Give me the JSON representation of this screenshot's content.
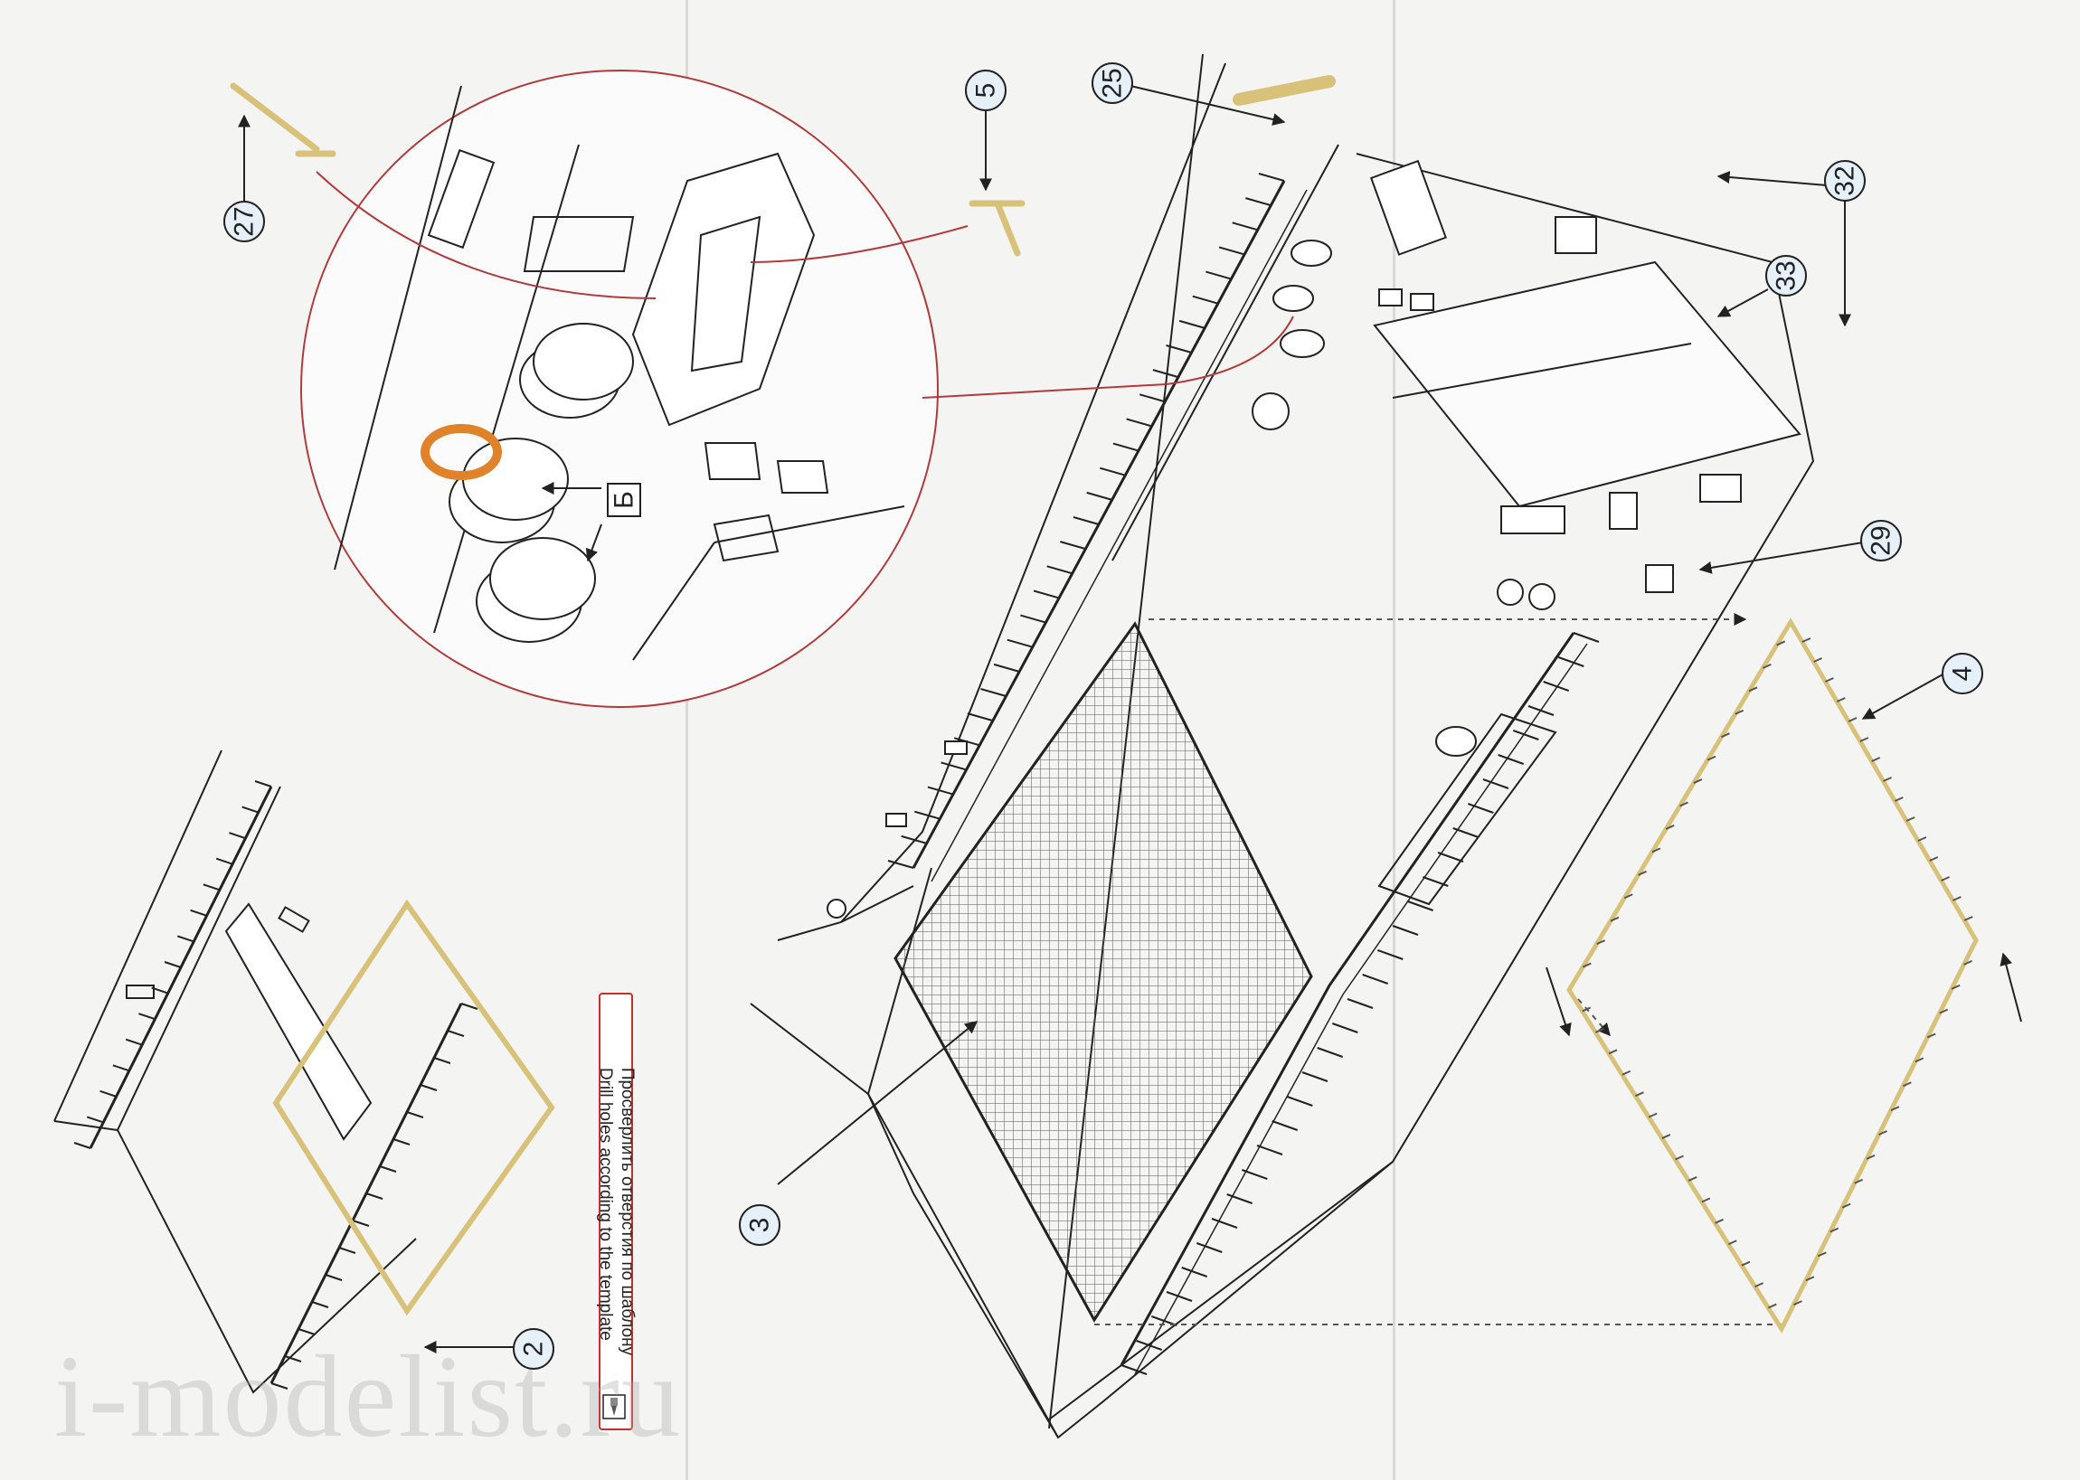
{
  "callouts": [
    {
      "id": "c27",
      "label": "27"
    },
    {
      "id": "c5",
      "label": "5"
    },
    {
      "id": "c25",
      "label": "25"
    },
    {
      "id": "c32",
      "label": "32"
    },
    {
      "id": "c33",
      "label": "33"
    },
    {
      "id": "c29",
      "label": "29"
    },
    {
      "id": "c4",
      "label": "4"
    },
    {
      "id": "c3",
      "label": "3"
    },
    {
      "id": "c2",
      "label": "2"
    }
  ],
  "detail_label": "Б",
  "note": {
    "ru": "Просверлить отверстия по шаблону",
    "en": "Drill holes according to the template"
  },
  "watermark": "i-modelist.ru",
  "colors": {
    "line": "#222222",
    "leader": "#b23a3a",
    "photo_etch": "#d8c27a",
    "highlight_ring": "#e0822a",
    "grating": "#555555"
  }
}
